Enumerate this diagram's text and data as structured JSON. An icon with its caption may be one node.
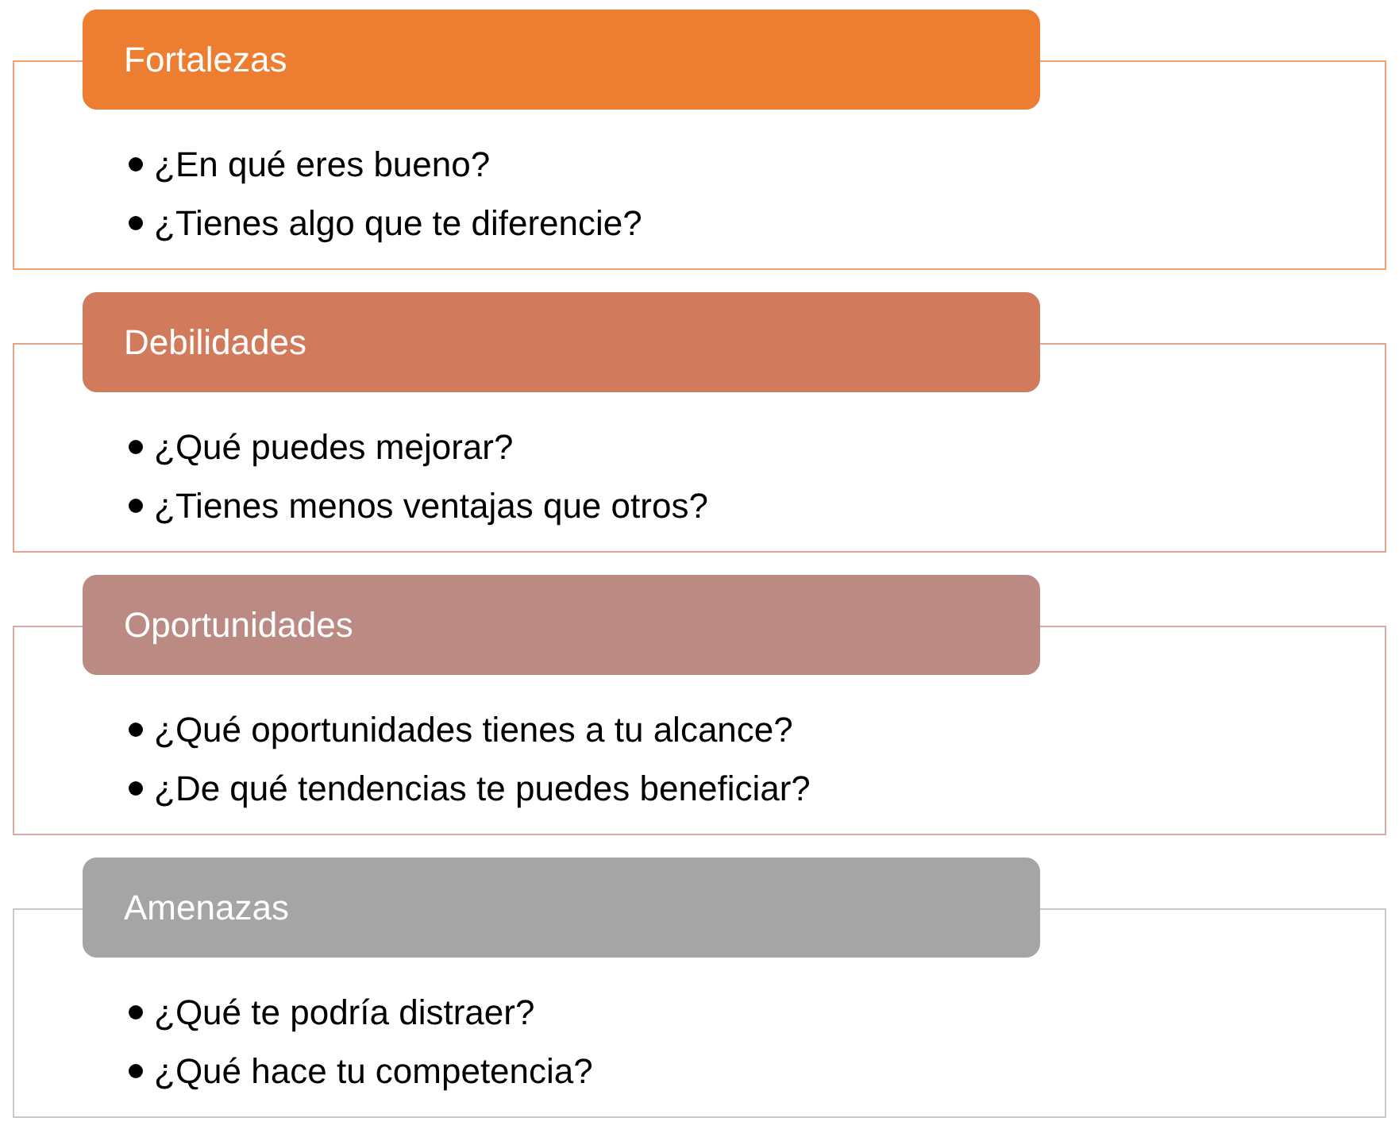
{
  "diagram": {
    "nodes": [
      {
        "text": [
          "Fortalezas"
        ]
      },
      {
        "text": [
          "¿En qué eres bueno?",
          "¿Tienes algo que te diferencie?"
        ]
      },
      {
        "text": [
          "Debilidades"
        ]
      },
      {
        "text": [
          "¿Qué puedes mejorar?",
          "¿Tienes menos ventajas que otros?"
        ]
      },
      {
        "text": [
          "Oportunidades"
        ]
      },
      {
        "text": [
          "¿Qué oportunidades tienes a tu alcance?",
          "¿De qué tendencias te puedes beneficiar?"
        ]
      },
      {
        "text": [
          "Amenazas"
        ]
      },
      {
        "text": [
          "¿Qué te podría distraer?",
          "¿Qué hace tu competencia?"
        ]
      }
    ]
  }
}
